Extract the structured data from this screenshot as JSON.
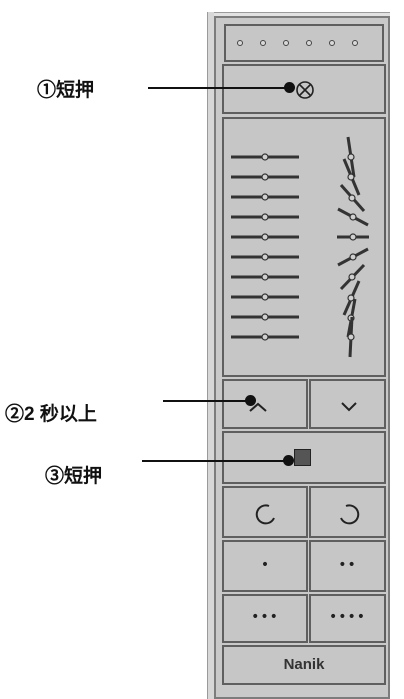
{
  "callouts": [
    {
      "id": "1",
      "marker": "①",
      "text": "短押"
    },
    {
      "id": "2",
      "marker": "②",
      "text": "2 秒以上"
    },
    {
      "id": "3",
      "marker": "③",
      "text": "短押"
    }
  ],
  "device": {
    "indicator_dots": 6,
    "buttons": {
      "fan": "fan-icon",
      "up": "chevron-up-icon",
      "down": "chevron-down-icon",
      "stop": "stop-square-icon",
      "rotate_ccw": "rotate-left-icon",
      "rotate_cw": "rotate-right-icon",
      "dots_1": "•",
      "dots_2": "••",
      "dots_3": "•••",
      "dots_4": "••••"
    },
    "brand": "Nanik"
  },
  "colors": {
    "body": "#c9c9c9",
    "border": "#5f5f5f",
    "ink": "#111111"
  }
}
